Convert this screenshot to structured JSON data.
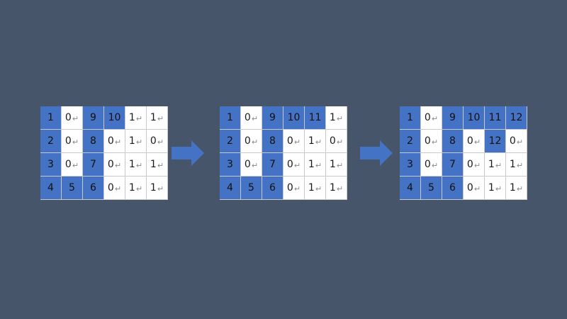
{
  "colors": {
    "background": "#465569",
    "filled_cell": "#4472c4",
    "empty_cell": "#ffffff",
    "arrow": "#4472c4"
  },
  "grids": [
    {
      "cells": [
        [
          {
            "v": "1",
            "m": "",
            "f": true
          },
          {
            "v": "0",
            "m": "↵",
            "f": false
          },
          {
            "v": "9",
            "m": "",
            "f": true
          },
          {
            "v": "10",
            "m": "",
            "f": true
          },
          {
            "v": "1",
            "m": "↵",
            "f": false
          },
          {
            "v": "1",
            "m": "↵",
            "f": false
          }
        ],
        [
          {
            "v": "2",
            "m": "",
            "f": true
          },
          {
            "v": "0",
            "m": "↵",
            "f": false
          },
          {
            "v": "8",
            "m": "",
            "f": true
          },
          {
            "v": "0",
            "m": "↵",
            "f": false
          },
          {
            "v": "1",
            "m": "↵",
            "f": false
          },
          {
            "v": "0",
            "m": "↵",
            "f": false
          }
        ],
        [
          {
            "v": "3",
            "m": "",
            "f": true
          },
          {
            "v": "0",
            "m": "↵",
            "f": false
          },
          {
            "v": "7",
            "m": "",
            "f": true
          },
          {
            "v": "0",
            "m": "↵",
            "f": false
          },
          {
            "v": "1",
            "m": "↵",
            "f": false
          },
          {
            "v": "1",
            "m": "↵",
            "f": false
          }
        ],
        [
          {
            "v": "4",
            "m": "",
            "f": true
          },
          {
            "v": "5",
            "m": "",
            "f": true
          },
          {
            "v": "6",
            "m": "",
            "f": true
          },
          {
            "v": "0",
            "m": "↵",
            "f": false
          },
          {
            "v": "1",
            "m": "↵",
            "f": false
          },
          {
            "v": "1",
            "m": "↵",
            "f": false
          }
        ]
      ]
    },
    {
      "cells": [
        [
          {
            "v": "1",
            "m": "",
            "f": true
          },
          {
            "v": "0",
            "m": "↵",
            "f": false
          },
          {
            "v": "9",
            "m": "",
            "f": true
          },
          {
            "v": "10",
            "m": "",
            "f": true
          },
          {
            "v": "11",
            "m": "",
            "f": true
          },
          {
            "v": "1",
            "m": "↵",
            "f": false
          }
        ],
        [
          {
            "v": "2",
            "m": "",
            "f": true
          },
          {
            "v": "0",
            "m": "↵",
            "f": false
          },
          {
            "v": "8",
            "m": "",
            "f": true
          },
          {
            "v": "0",
            "m": "↵",
            "f": false
          },
          {
            "v": "1",
            "m": "↵",
            "f": false
          },
          {
            "v": "0",
            "m": "↵",
            "f": false
          }
        ],
        [
          {
            "v": "3",
            "m": "",
            "f": true
          },
          {
            "v": "0",
            "m": "↵",
            "f": false
          },
          {
            "v": "7",
            "m": "",
            "f": true
          },
          {
            "v": "0",
            "m": "↵",
            "f": false
          },
          {
            "v": "1",
            "m": "↵",
            "f": false
          },
          {
            "v": "1",
            "m": "↵",
            "f": false
          }
        ],
        [
          {
            "v": "4",
            "m": "",
            "f": true
          },
          {
            "v": "5",
            "m": "",
            "f": true
          },
          {
            "v": "6",
            "m": "",
            "f": true
          },
          {
            "v": "0",
            "m": "↵",
            "f": false
          },
          {
            "v": "1",
            "m": "↵",
            "f": false
          },
          {
            "v": "1",
            "m": "↵",
            "f": false
          }
        ]
      ]
    },
    {
      "cells": [
        [
          {
            "v": "1",
            "m": "",
            "f": true
          },
          {
            "v": "0",
            "m": "↵",
            "f": false
          },
          {
            "v": "9",
            "m": "",
            "f": true
          },
          {
            "v": "10",
            "m": "",
            "f": true
          },
          {
            "v": "11",
            "m": "",
            "f": true
          },
          {
            "v": "12",
            "m": "",
            "f": true
          }
        ],
        [
          {
            "v": "2",
            "m": "",
            "f": true
          },
          {
            "v": "0",
            "m": "↵",
            "f": false
          },
          {
            "v": "8",
            "m": "",
            "f": true
          },
          {
            "v": "0",
            "m": "↵",
            "f": false
          },
          {
            "v": "12",
            "m": "",
            "f": true
          },
          {
            "v": "0",
            "m": "↵",
            "f": false
          }
        ],
        [
          {
            "v": "3",
            "m": "",
            "f": true
          },
          {
            "v": "0",
            "m": "↵",
            "f": false
          },
          {
            "v": "7",
            "m": "",
            "f": true
          },
          {
            "v": "0",
            "m": "↵",
            "f": false
          },
          {
            "v": "1",
            "m": "↵",
            "f": false
          },
          {
            "v": "1",
            "m": "↵",
            "f": false
          }
        ],
        [
          {
            "v": "4",
            "m": "",
            "f": true
          },
          {
            "v": "5",
            "m": "",
            "f": true
          },
          {
            "v": "6",
            "m": "",
            "f": true
          },
          {
            "v": "0",
            "m": "↵",
            "f": false
          },
          {
            "v": "1",
            "m": "↵",
            "f": false
          },
          {
            "v": "1",
            "m": "↵",
            "f": false
          }
        ]
      ]
    }
  ],
  "arrows": [
    {
      "icon": "right-arrow-icon"
    },
    {
      "icon": "right-arrow-icon"
    }
  ]
}
